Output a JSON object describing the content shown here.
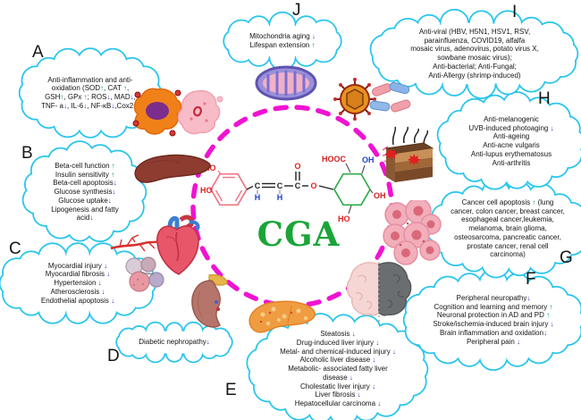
{
  "center": {
    "compound_label": "CGA",
    "structure": {
      "ho_top": "HO",
      "ho_left": "HO",
      "c1": "C",
      "h1": "H",
      "c2": "C",
      "h2": "H",
      "c3": "C",
      "o_carbonyl": "O",
      "o_ester": "O",
      "hooc": "HOOC",
      "oh_top": "OH",
      "oh_right": "OH",
      "ho_bottom": "HO"
    }
  },
  "clouds": [
    {
      "label": "A",
      "text": "Anti-inflammation and anti-\noxidation (SOD↑, CAT ↑,\nGSH↑, GPx ↑; ROS↓, MAD↓,\nTNF- a↓, IL-6↓, NF-κB↓,Cox2↓)"
    },
    {
      "label": "B",
      "text": "Beta-cell function ↑\nInsulin sensitivity ↑\nBeta-cell apoptosis↓\nGlucose synthesis↓\nGlucose uptake↓\nLipogenesis and fatty\nacid↓"
    },
    {
      "label": "C",
      "text": "Myocardial injury ↓\nMyocardial fibrosis ↓\nHypertension ↓\nAtherosclerosis ↓\nEndothelial apoptosis ↓"
    },
    {
      "label": "D",
      "text": "Diabetic nephropathy↓"
    },
    {
      "label": "E",
      "text": "Steatosis ↓\nDrug-induced liver injury ↓\nMetal- and chemical-induced injury ↓\nAlcoholic liver disease ↓\nMetabolic- associated fatty liver\ndisease ↓\nCholestatic liver injury ↓\nLiver fibrosis ↓\nHepatocellular carcinoma ↓"
    },
    {
      "label": "F",
      "text": "Peripheral neuropathy↓\nCognition and learning and memory ↑\nNeuronal protection in AD and PD ↑\nStroke/ischemia-induced brain injury ↓\nBrain inflammation and oxidation↓\nPeripheral pain ↓"
    },
    {
      "label": "G",
      "text": "Cancer cell apoptosis ↑ (lung\ncancer, colon cancer, breast cancer,\nesophageal cancer,leukemia,\nmelanoma, brain glioma,\nosteosarcoma, pancreatic cancer,\nprostate cancer, renal cell\ncarcinoma)"
    },
    {
      "label": "H",
      "text": "Anti-melanogenic\nUVB-induced photoaging ↓\nAnti-ageing\nAnti-acne vulgaris\nAnti-lupus erythematosus\nAnti-arthritis"
    },
    {
      "label": "I",
      "text": "Anti-viral (HBV, H5N1, HSV1, RSV,\nparainfluenza, COVID19, alfalfa\nmosaic virus, adenovirus, potato virus X,\nsowbane mosaic virus);\nAnti-bacterial; Anti-Fungal;\nAnti-Allergy (shrimp-induced)"
    },
    {
      "label": "J",
      "text": "Mitochondria aging ↓\nLifespan extension ↑"
    }
  ],
  "colors": {
    "cloud_border": "#29c5ec",
    "arrow_up": "#00a550",
    "arrow_down": "#4333d0",
    "dashed_circle": "#f013d2",
    "cga_label": "#1ba539",
    "left_ring": "#ef7585",
    "right_ring": "#2fad4a"
  },
  "illustrations": [
    "immune-cell",
    "pink-cell",
    "mitochondria",
    "virus",
    "bacteria",
    "skin-section",
    "cancer-cells",
    "brain",
    "fatty-liver",
    "kidney",
    "nephron",
    "heart",
    "artery",
    "liver"
  ]
}
